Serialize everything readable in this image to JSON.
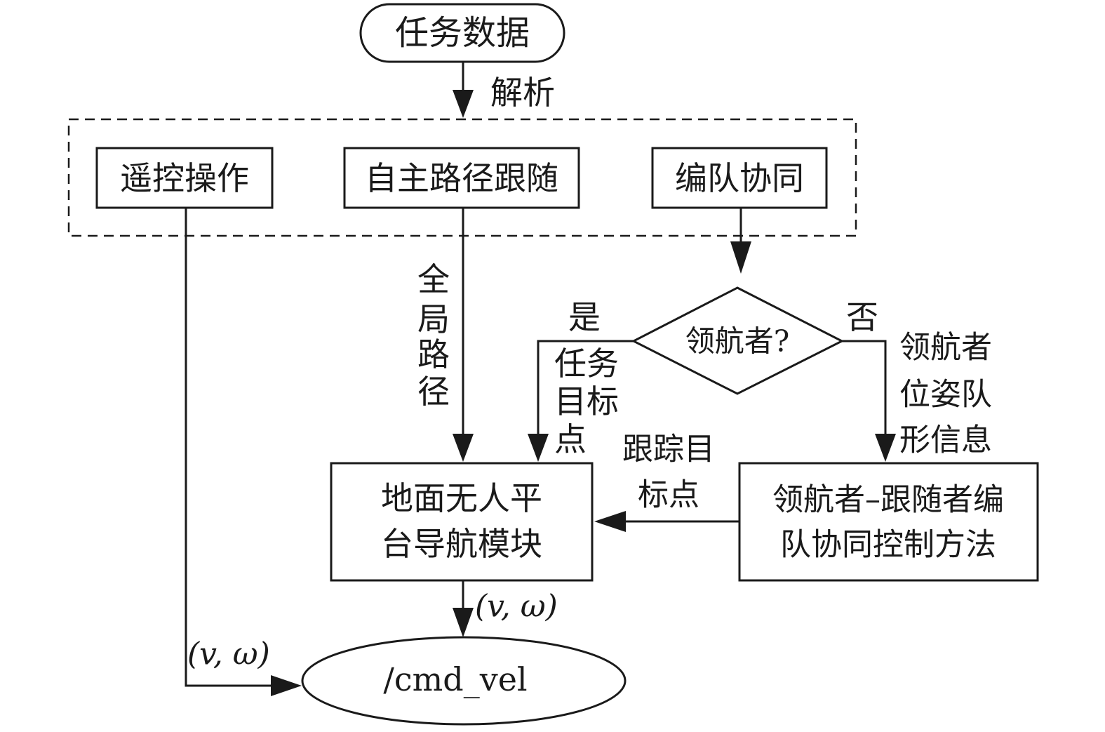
{
  "nodes": {
    "task_data": "任务数据",
    "remote_control": "遥控操作",
    "autonomous_path": "自主路径跟随",
    "formation": "编队协同",
    "leader_decision": "领航者?",
    "nav_module": [
      "地面无人平",
      "台导航模块"
    ],
    "formation_method": [
      "领航者–跟随者编",
      "队协同控制方法"
    ],
    "cmd_vel": "/cmd_vel"
  },
  "edge_labels": {
    "parse": "解析",
    "global_path": [
      "全",
      "局",
      "路",
      "径"
    ],
    "yes": "是",
    "no": "否",
    "task_target": [
      "任务",
      "目标",
      "点"
    ],
    "leader_info": [
      "领航者",
      "位姿队",
      "形信息"
    ],
    "track_target": [
      "跟踪目",
      "标点"
    ],
    "velocity_nav": "(v, ω)",
    "velocity_remote": "(v, ω)"
  },
  "colors": {
    "stroke": "#1a1a1a",
    "background": "#ffffff"
  }
}
